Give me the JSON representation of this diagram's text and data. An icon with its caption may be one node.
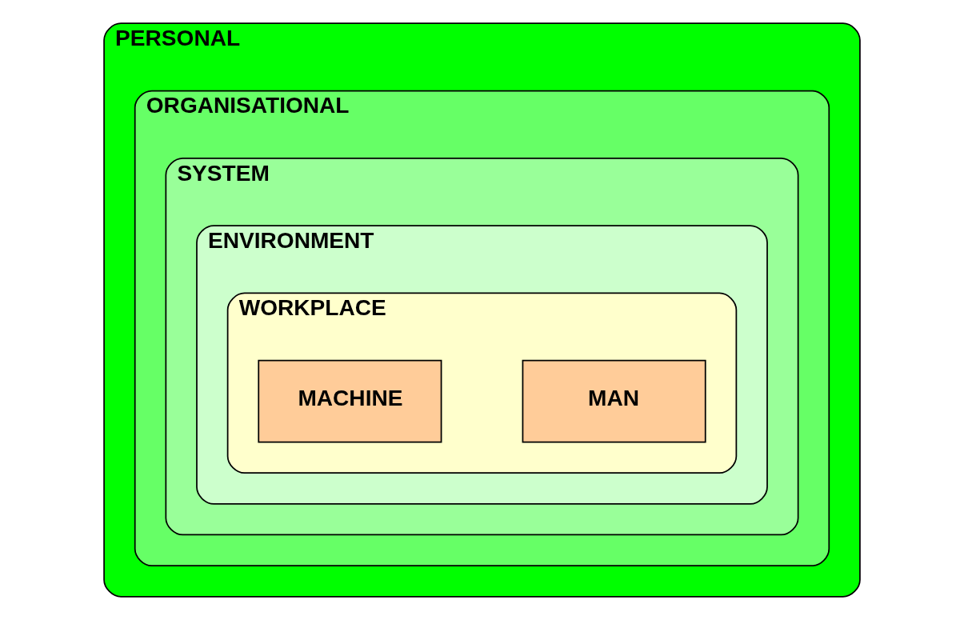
{
  "diagram": {
    "nodes": [
      {
        "text": [
          "PERSONAL"
        ]
      },
      {
        "text": [
          "ORGANISATIONAL"
        ],
        "in": 0
      },
      {
        "text": [
          "SYSTEM"
        ],
        "in": 1
      },
      {
        "text": [
          "ENVIRONMENT"
        ],
        "in": 2
      },
      {
        "text": [
          "WORKPLACE"
        ],
        "in": 3
      },
      {
        "text": [
          "MAN"
        ],
        "in": 4
      },
      {
        "text": [
          "MACHINE"
        ],
        "in": 4
      }
    ]
  }
}
